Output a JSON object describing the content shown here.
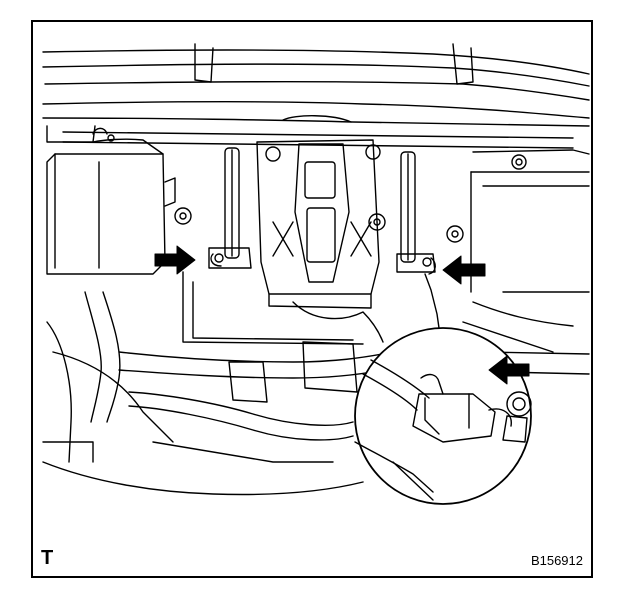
{
  "figure": {
    "corner_letter": "T",
    "code": "B156912"
  },
  "colors": {
    "line": "#000000",
    "background": "#ffffff"
  },
  "callouts": {
    "arrow_count": 3,
    "has_magnified_detail": true
  }
}
